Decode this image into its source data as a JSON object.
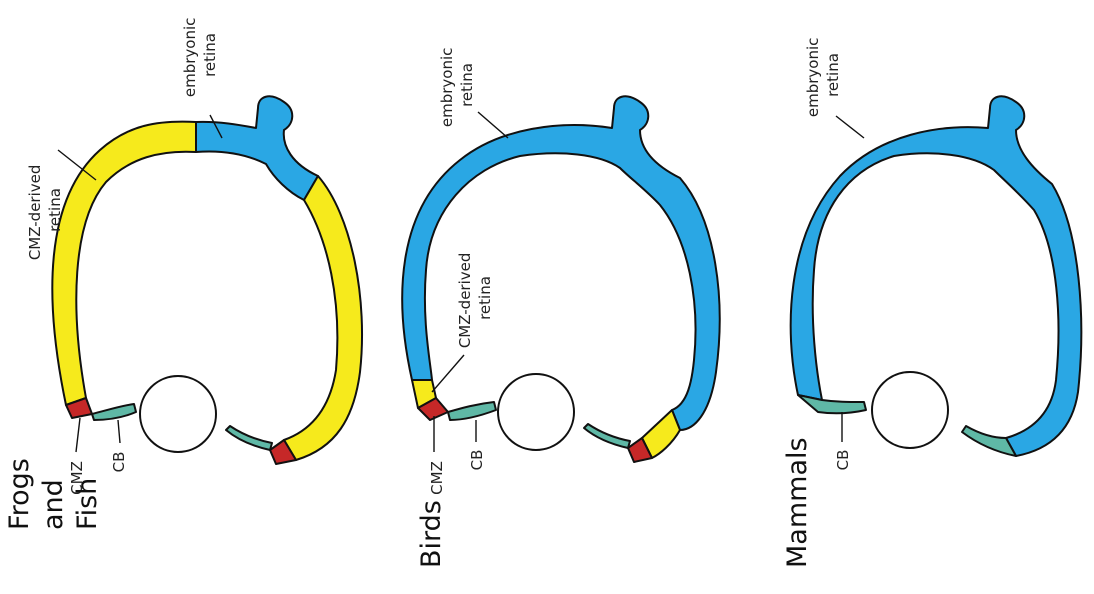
{
  "colors": {
    "embryonic": "#2aa7e4",
    "cmz_derived": "#f6ea1c",
    "cmz": "#c62828",
    "ciliary_body": "#5fb8a6",
    "lens": "#ffffff",
    "outline": "#111111"
  },
  "panels": [
    {
      "group": [
        "Frogs",
        "and",
        "Fish"
      ],
      "cb_label": "CB",
      "cmz_label": "CMZ",
      "cmz_derived_label": [
        "CMZ-derived",
        "retina"
      ],
      "embryonic_label": [
        "embryonic",
        "retina"
      ]
    },
    {
      "group": [
        "Birds"
      ],
      "cb_label": "CB",
      "cmz_label": "CMZ",
      "cmz_derived_label": [
        "CMZ-derived",
        "retina"
      ],
      "embryonic_label": [
        "embryonic",
        "retina"
      ]
    },
    {
      "group": [
        "Mammals"
      ],
      "cb_label": "CB",
      "embryonic_label": [
        "embryonic",
        "retina"
      ]
    }
  ]
}
